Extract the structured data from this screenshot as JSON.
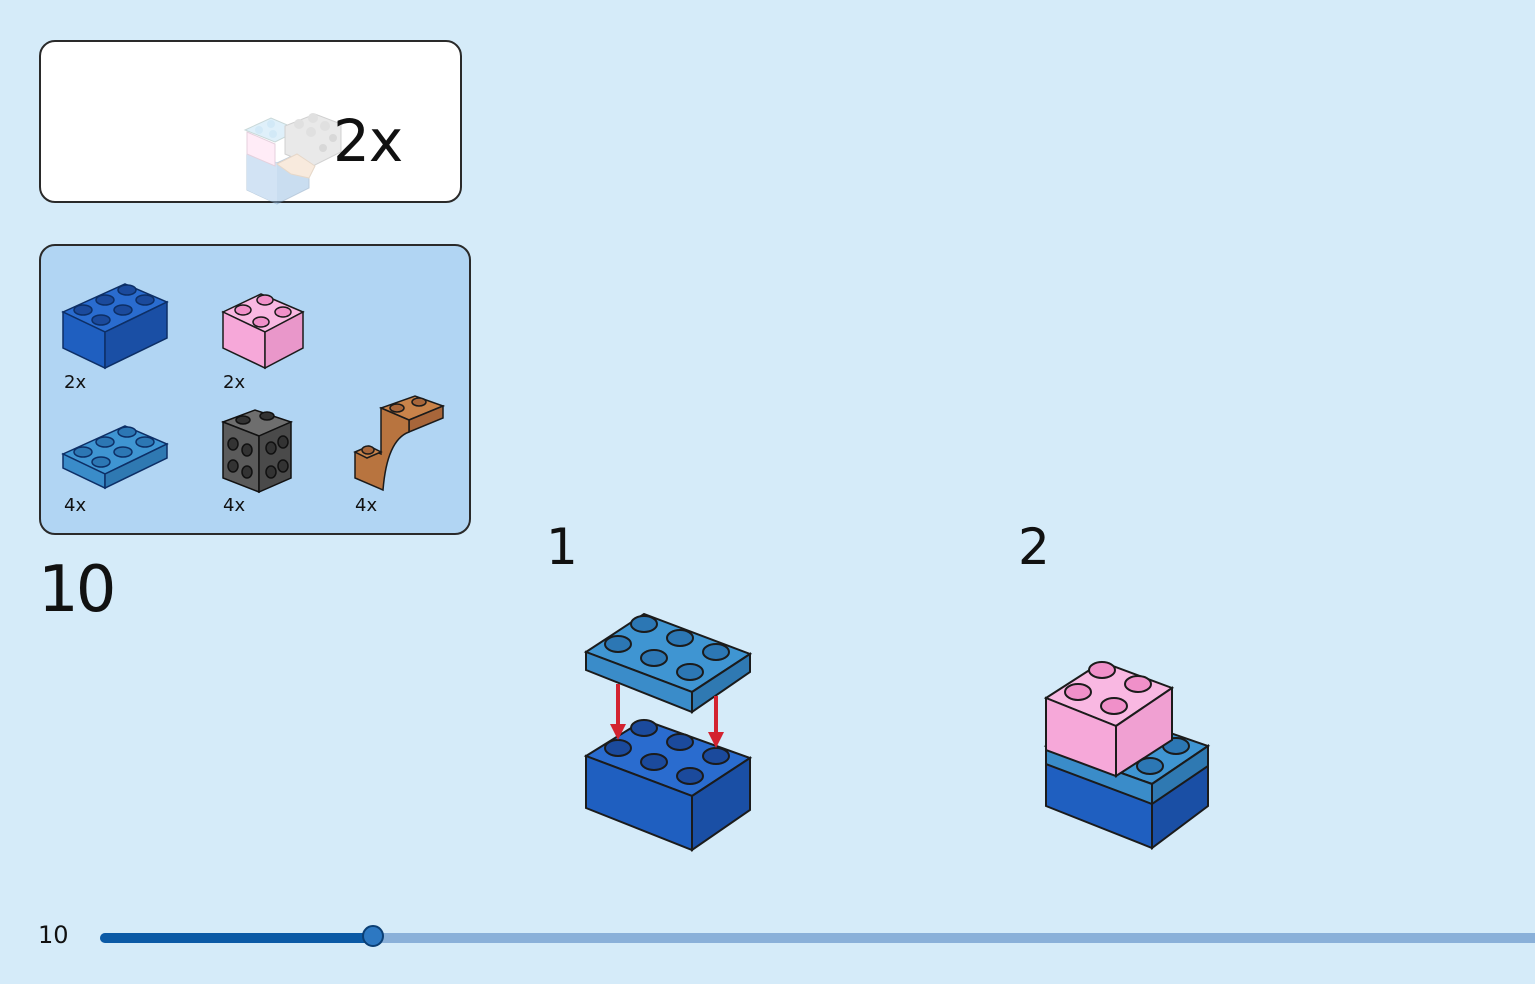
{
  "submodel": {
    "quantity": "2x"
  },
  "parts": [
    {
      "name": "brick-2x4-blue",
      "quantity": "2x",
      "color": "#1f5fc0"
    },
    {
      "name": "brick-2x2-pink",
      "quantity": "2x",
      "color": "#f6a8d9"
    },
    {
      "name": "plate-2x4-medium-blue",
      "quantity": "4x",
      "color": "#3a8cc9"
    },
    {
      "name": "brick-1x1-studs-4-sides-grey",
      "quantity": "4x",
      "color": "#5b5b5b"
    },
    {
      "name": "arch-brick-nougat",
      "quantity": "4x",
      "color": "#b8743f"
    }
  ],
  "step": {
    "number": "10"
  },
  "sub_steps": [
    {
      "label": "1"
    },
    {
      "label": "2"
    }
  ],
  "footer": {
    "page_number": "10",
    "progress": 0.19
  },
  "colors": {
    "background": "#d5ebf9",
    "parts_panel": "#b1d5f3",
    "progress_fill": "#0b5aa6",
    "progress_track": "#8ab0d9",
    "arrow": "#d32330"
  }
}
